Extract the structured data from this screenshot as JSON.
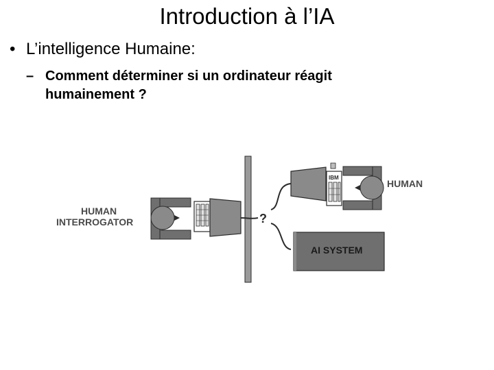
{
  "slide": {
    "title": "Introduction à l’IA",
    "bullet_l1": {
      "marker": "•",
      "text": "L’intelligence Humaine:"
    },
    "bullet_l2": {
      "marker": "–",
      "line1": "Comment déterminer si un ordinateur réagit",
      "line2": "humainement ?"
    }
  },
  "diagram": {
    "interrogator_label_line1": "HUMAN",
    "interrogator_label_line2": "INTERROGATOR",
    "human_label": "HUMAN",
    "ai_system_label": "AI SYSTEM",
    "question_mark": "?",
    "terminal_brand": "IBM",
    "colors": {
      "dark_gray": "#6f6f6f",
      "mid_gray": "#8a8a8a",
      "light_gray": "#bdbdbd",
      "wall": "#9a9a9a",
      "outline": "#2b2b2b",
      "label_text": "#4a4a4a"
    }
  }
}
